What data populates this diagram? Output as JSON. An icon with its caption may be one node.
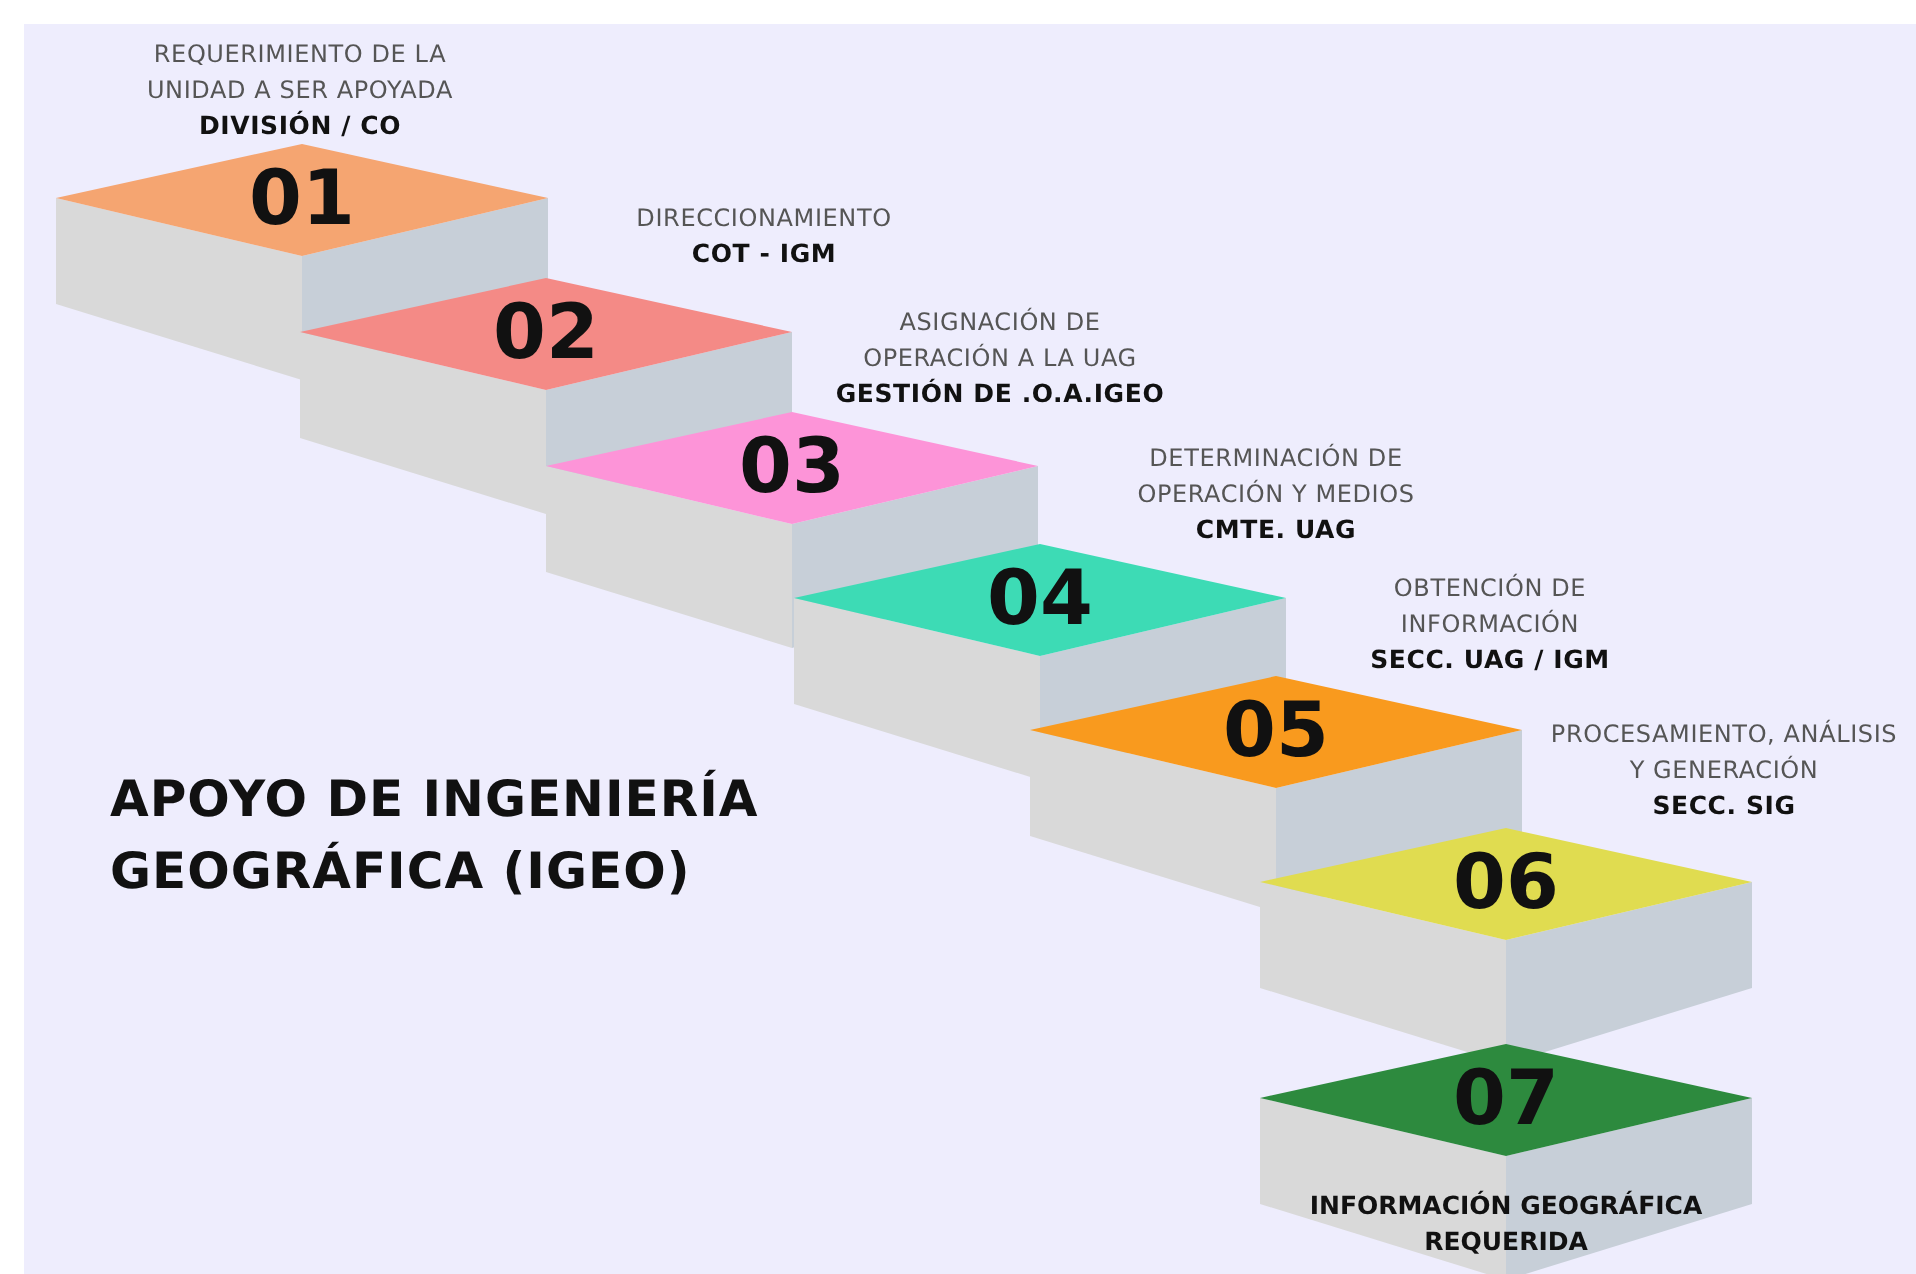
{
  "diagram": {
    "title": "APOYO DE INGENIERÍA GEOGRÁFICA (IGEO)",
    "nodes": [
      {
        "text": [
          "01"
        ],
        "beside": [
          "REQUERIMIENTO DE LA UNIDAD A SER APOYADA",
          "DIVISIÓN / CO"
        ]
      },
      {
        "text": [
          "02"
        ],
        "beside": [
          "DIRECCIONAMIENTO",
          "COT - IGM"
        ]
      },
      {
        "text": [
          "03"
        ],
        "beside": [
          "ASIGNACIÓN DE OPERACIÓN A LA UAG",
          "GESTIÓN DE .O.A.IGEO"
        ]
      },
      {
        "text": [
          "04"
        ],
        "beside": [
          "DETERMINACIÓN DE OPERACIÓN Y MEDIOS",
          "CMTE. UAG"
        ]
      },
      {
        "text": [
          "05"
        ],
        "beside": [
          "OBTENCIÓN DE INFORMACIÓN",
          "SECC. UAG / IGM"
        ]
      },
      {
        "text": [
          "06"
        ],
        "beside": [
          "PROCESAMIENTO, ANÁLISIS Y GENERACIÓN",
          "SECC. SIG"
        ]
      },
      {
        "text": [
          "07",
          "INFORMACIÓN GEOGRÁFICA REQUERIDA"
        ]
      }
    ]
  }
}
